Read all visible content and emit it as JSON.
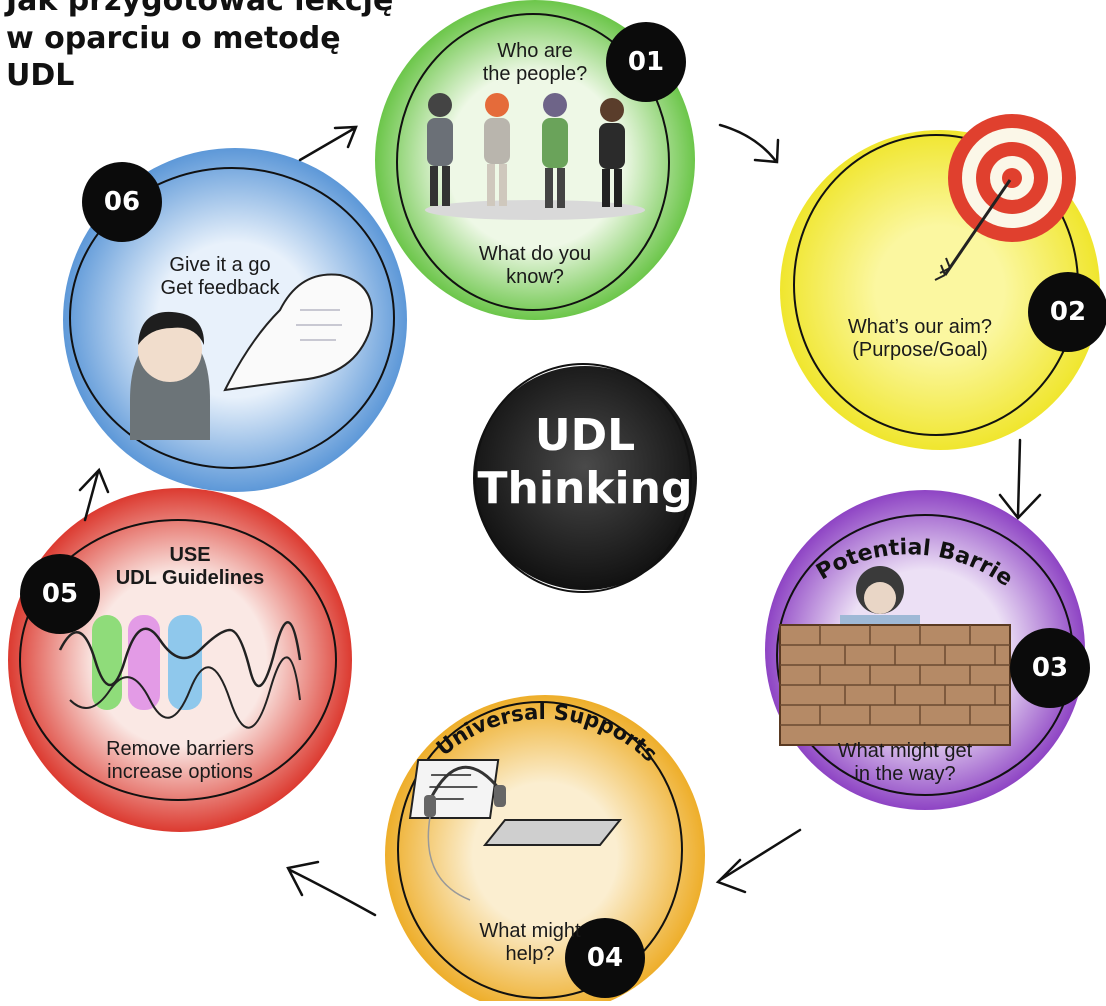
{
  "title": {
    "line1": "Jak przygotować lekcję",
    "line2": "w oparciu o metodę",
    "line3": "UDL"
  },
  "center": {
    "line1": "UDL",
    "line2": "Thinking"
  },
  "steps": [
    {
      "number": "01",
      "top_text_1": "Who are",
      "top_text_2": "the people?",
      "bottom_text_1": "What do you",
      "bottom_text_2": "know?",
      "color": "#7ccf5a"
    },
    {
      "number": "02",
      "text_1": "What’s our aim?",
      "text_2": "(Purpose/Goal)",
      "color": "#f4ec4a"
    },
    {
      "number": "03",
      "arc_title": "Potential Barrier",
      "text_1": "What might get",
      "text_2": "in the way?",
      "color": "#9b59c9"
    },
    {
      "number": "04",
      "arc_title": "Universal Supports",
      "text_1": "What might",
      "text_2": "help?",
      "color": "#f2b83a"
    },
    {
      "number": "05",
      "heading_1": "USE",
      "heading_2": "UDL Guidelines",
      "text_1": "Remove barriers",
      "text_2": "increase options",
      "color": "#e0443a"
    },
    {
      "number": "06",
      "text_1": "Give it a go",
      "text_2": "Get feedback",
      "color": "#6ea3dc"
    }
  ],
  "center_color": "#2e2e2e"
}
